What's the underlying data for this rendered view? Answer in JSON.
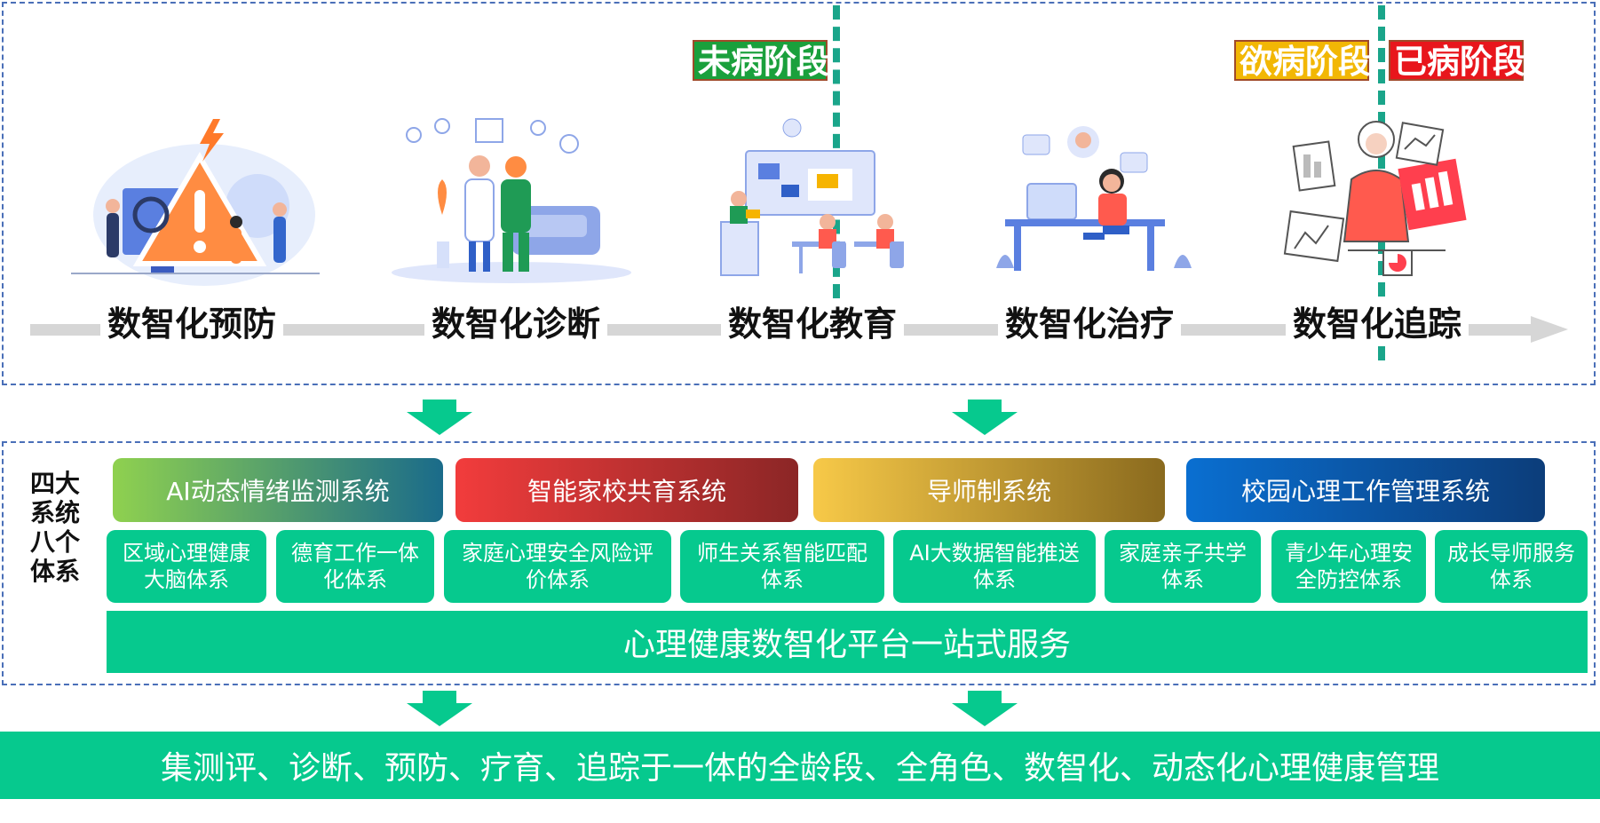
{
  "phases": {
    "weibing": {
      "label": "未病阶段",
      "color": "#1aa03c"
    },
    "yubing": {
      "label": "欲病阶段",
      "color": "#f2b705"
    },
    "yibing": {
      "label": "已病阶段",
      "color": "#e8161c"
    }
  },
  "stages": [
    {
      "label": "数智化预防",
      "icon": "warning-illustration-icon"
    },
    {
      "label": "数智化诊断",
      "icon": "doctor-patient-illustration-icon"
    },
    {
      "label": "数智化教育",
      "icon": "classroom-illustration-icon"
    },
    {
      "label": "数智化治疗",
      "icon": "counseling-illustration-icon"
    },
    {
      "label": "数智化追踪",
      "icon": "data-tracking-illustration-icon"
    }
  ],
  "four_systems_label": [
    "四大",
    "系统",
    "八个",
    "体系"
  ],
  "systems": [
    {
      "label": "AI动态情绪监测系统",
      "gradient": [
        "#8fd14f",
        "#1a6b8a"
      ]
    },
    {
      "label": "智能家校共育系统",
      "gradient": [
        "#f23c3c",
        "#8b2626"
      ]
    },
    {
      "label": "导师制系统",
      "gradient": [
        "#f7c948",
        "#8a6a1e"
      ]
    },
    {
      "label": "校园心理工作管理系统",
      "gradient": [
        "#0a6fd1",
        "#0c3d7a"
      ]
    }
  ],
  "subsystems": [
    {
      "line1": "区域心理健康",
      "line2": "大脑体系"
    },
    {
      "line1": "德育工作一体",
      "line2": "化体系"
    },
    {
      "line1": "家庭心理安全风险评",
      "line2": "价体系"
    },
    {
      "line1": "师生关系智能匹配",
      "line2": "体系"
    },
    {
      "line1": "AI大数据智能推送",
      "line2": "体系"
    },
    {
      "line1": "家庭亲子共学",
      "line2": "体系"
    },
    {
      "line1": "青少年心理安",
      "line2": "全防控体系"
    },
    {
      "line1": "成长导师服务",
      "line2": "体系"
    }
  ],
  "platform_label": "心理健康数智化平台一站式服务",
  "bottom_banner": "集测评、诊断、预防、疗育、追踪于一体的全龄段、全角色、数智化、动态化心理健康管理",
  "colors": {
    "accent_green": "#06c98e",
    "divider_teal": "#1aa58a",
    "dashed_border": "#4a6fb8",
    "timeline_gray": "#d6d6d6"
  }
}
